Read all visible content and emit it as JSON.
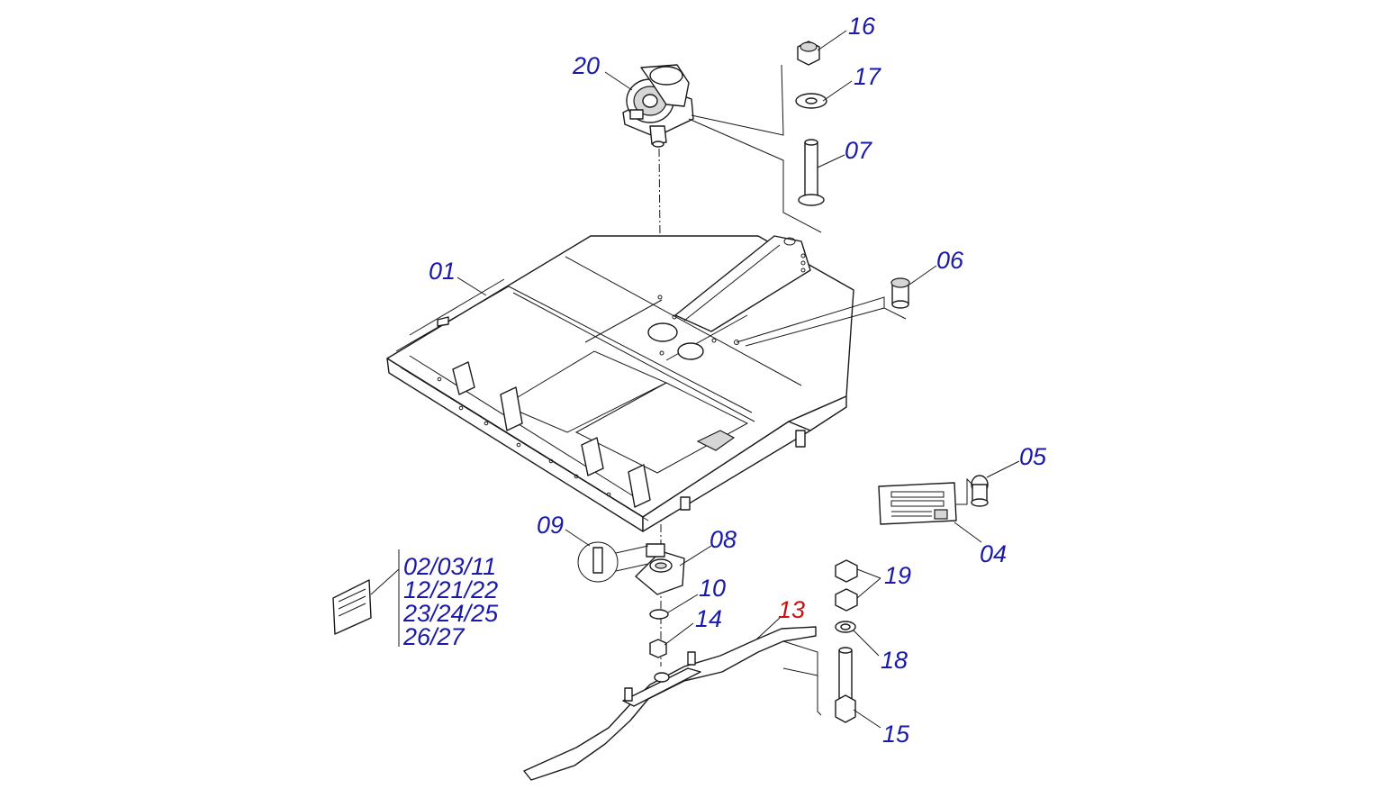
{
  "colors": {
    "callout": "#1a1aa6",
    "callout_highlight": "#cc1111",
    "line": "#1a1a1a"
  },
  "callouts": {
    "c01": "01",
    "c04": "04",
    "c05": "05",
    "c06": "06",
    "c07": "07",
    "c08": "08",
    "c09": "09",
    "c10": "10",
    "c13": "13",
    "c14": "14",
    "c15": "15",
    "c16": "16",
    "c17": "17",
    "c18": "18",
    "c19": "19",
    "c20": "20"
  },
  "highlighted_callout": "13",
  "label_group": {
    "lines": [
      "02/03/11",
      "12/21/22",
      "23/24/25",
      "26/27"
    ]
  },
  "icons": [
    "gearbox-icon",
    "deck-frame-icon",
    "blade-icon",
    "nut-icon",
    "washer-icon",
    "pin-icon",
    "bushing-icon",
    "nameplate-icon",
    "decal-icon",
    "blade-holder-icon",
    "key-icon"
  ]
}
